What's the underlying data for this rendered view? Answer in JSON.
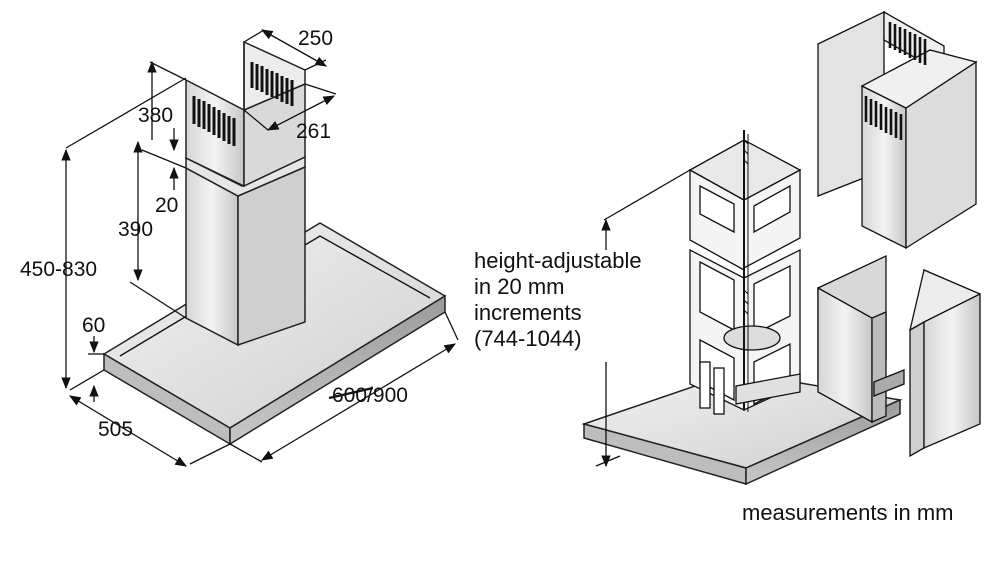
{
  "labels": {
    "chimney_width": "250",
    "chimney_depth": "261",
    "upper_offset": "380",
    "gap": "20",
    "chimney_height": "390",
    "total_height": "450-830",
    "canopy_thickness": "60",
    "depth": "505",
    "width_struck": "600",
    "width_sep": "/",
    "width": "900",
    "note_line1": "height-adjustable",
    "note_line2": "in 20 mm",
    "note_line3": "increments",
    "note_line4": "(744-1044)",
    "units": "measurements in mm"
  },
  "colors": {
    "line": "#111111",
    "metal_light": "#eeeeee",
    "metal_mid": "#d0d0d0",
    "metal_dark": "#a8a8a8",
    "frame_fill": "#f4f4f4"
  }
}
